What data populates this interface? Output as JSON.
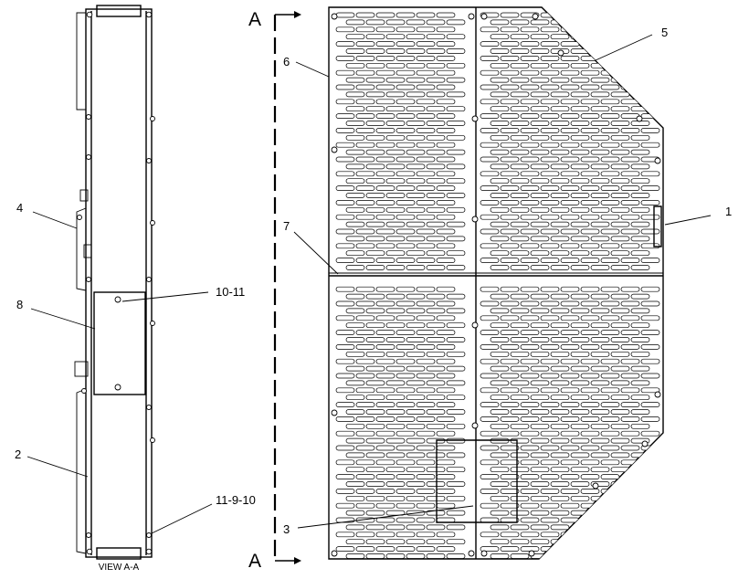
{
  "section_marker": {
    "top": "A",
    "bottom": "A"
  },
  "view_caption": "VIEW A-A",
  "callouts": {
    "c1": "1",
    "c2": "2",
    "c3": "3",
    "c4": "4",
    "c5": "5",
    "c6": "6",
    "c7": "7",
    "c8": "8",
    "c10_11": "10-11",
    "c11_9_10": "11-9-10"
  }
}
